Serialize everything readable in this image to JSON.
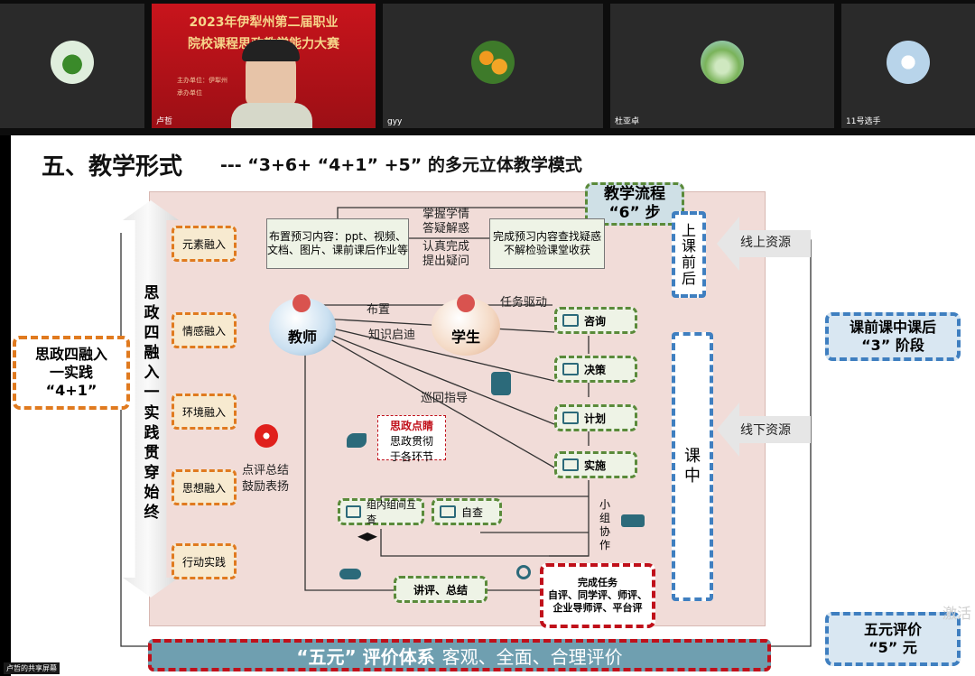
{
  "participants": [
    {
      "name": ""
    },
    {
      "name": "卢哲",
      "banner": {
        "line1": "2023年伊犁州第二届职业",
        "line2": "院校课程思政教学能力大赛",
        "line3": "主办单位：伊犁州",
        "line4": "承办单位"
      }
    },
    {
      "name": "gyy"
    },
    {
      "name": "杜亚卓"
    },
    {
      "name": "11号选手"
    }
  ],
  "share_label": "卢哲的共享屏幕",
  "slide": {
    "title": "五、教学形式",
    "subtitle": "--- “3+6+ “4+1” +5” 的多元立体教学模式",
    "flow_title_1": "教学流程",
    "flow_title_2": "“6” 步",
    "pre_box": "布置预习内容：ppt、视频、文档、图片、课前课后作业等",
    "done_box": "完成预习内容查找疑惑不解检验课堂收获",
    "mid_text_top_1": "掌握学情",
    "mid_text_top_2": "答疑解惑",
    "mid_text_bot_1": "认真完成",
    "mid_text_bot_2": "提出疑问",
    "teacher": "教师",
    "student": "学生",
    "assign": "布置",
    "inspire": "知识启迪",
    "task_drive": "任务驱动",
    "patrol": "巡回指导",
    "comment_1": "点评总结",
    "comment_2": "鼓励表扬",
    "sz_highlight": "思政点睛",
    "sz_line1": "思政贯彻",
    "sz_line2": "于各环节",
    "steps": [
      "咨询",
      "决策",
      "计划",
      "实施"
    ],
    "group_check": "组内组间互查",
    "self_check": "自查",
    "group_coop": "小组协作",
    "review": "讲评、总结",
    "finish_title": "完成任务",
    "finish_text": "自评、同学评、师评、企业导师评、平台评",
    "left_vertical": "思政四融入一实践贯穿始终",
    "left_tags": [
      "元素融入",
      "情感融入",
      "环境融入",
      "思想融入",
      "行动实践"
    ],
    "left_box_1": "思政四融入",
    "left_box_2": "一实践",
    "left_box_3": "“4+1”",
    "pre_after": "上课前后",
    "in_class": "课中",
    "online": "线上资源",
    "offline": "线下资源",
    "stages_1": "课前课中课后",
    "stages_2": "“3” 阶段",
    "eval_1": "五元评价",
    "eval_2": "“5” 元",
    "bottom_bar_1": "“五元” 评价体系",
    "bottom_bar_2": "客观、全面、合理评价",
    "watermark": "激活"
  },
  "colors": {
    "accent_green": "#5a8a3a",
    "accent_orange": "#e07a1f",
    "accent_blue": "#3f7fc0",
    "accent_red": "#c0101a",
    "panel": "#f1dcd8"
  }
}
